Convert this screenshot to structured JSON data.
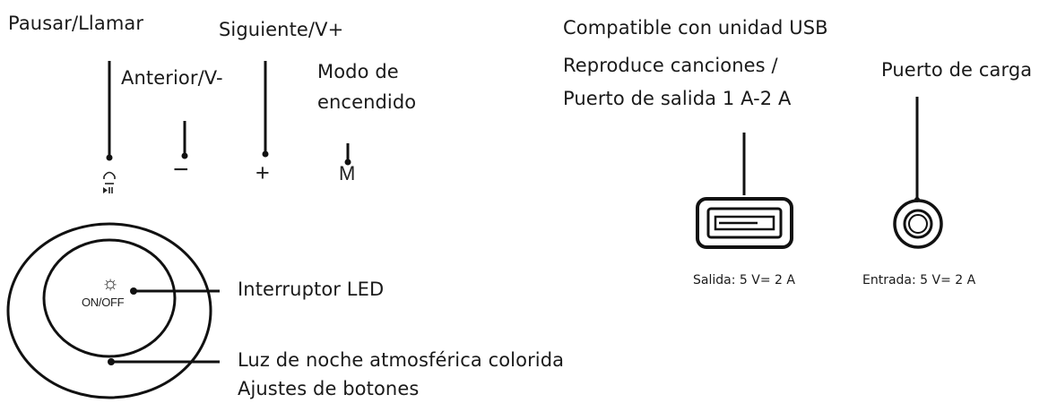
{
  "buttons": {
    "pause_call": "Pausar/Llamar",
    "next_vol_up": "Siguiente/V+",
    "prev_vol_down": "Anterior/V-",
    "mode_line1": "Modo de",
    "mode_line2": "encendido"
  },
  "usb": {
    "line1": "Compatible con unidad USB",
    "line2": "Reproduce canciones /",
    "line3": "Puerto de salida 1 A-2 A",
    "spec": "Salida: 5 V= 2 A"
  },
  "charge": {
    "label": "Puerto de carga",
    "spec": "Entrada: 5 V= 2 A"
  },
  "led": {
    "switch_label": "Interruptor LED",
    "knob_text": "ON/OFF",
    "ring_line1": "Luz de noche atmosférica colorida",
    "ring_line2": "Ajustes de botones"
  },
  "symbols": {
    "minus": "−",
    "plus": "+",
    "mode": "M",
    "sun": "☼"
  }
}
